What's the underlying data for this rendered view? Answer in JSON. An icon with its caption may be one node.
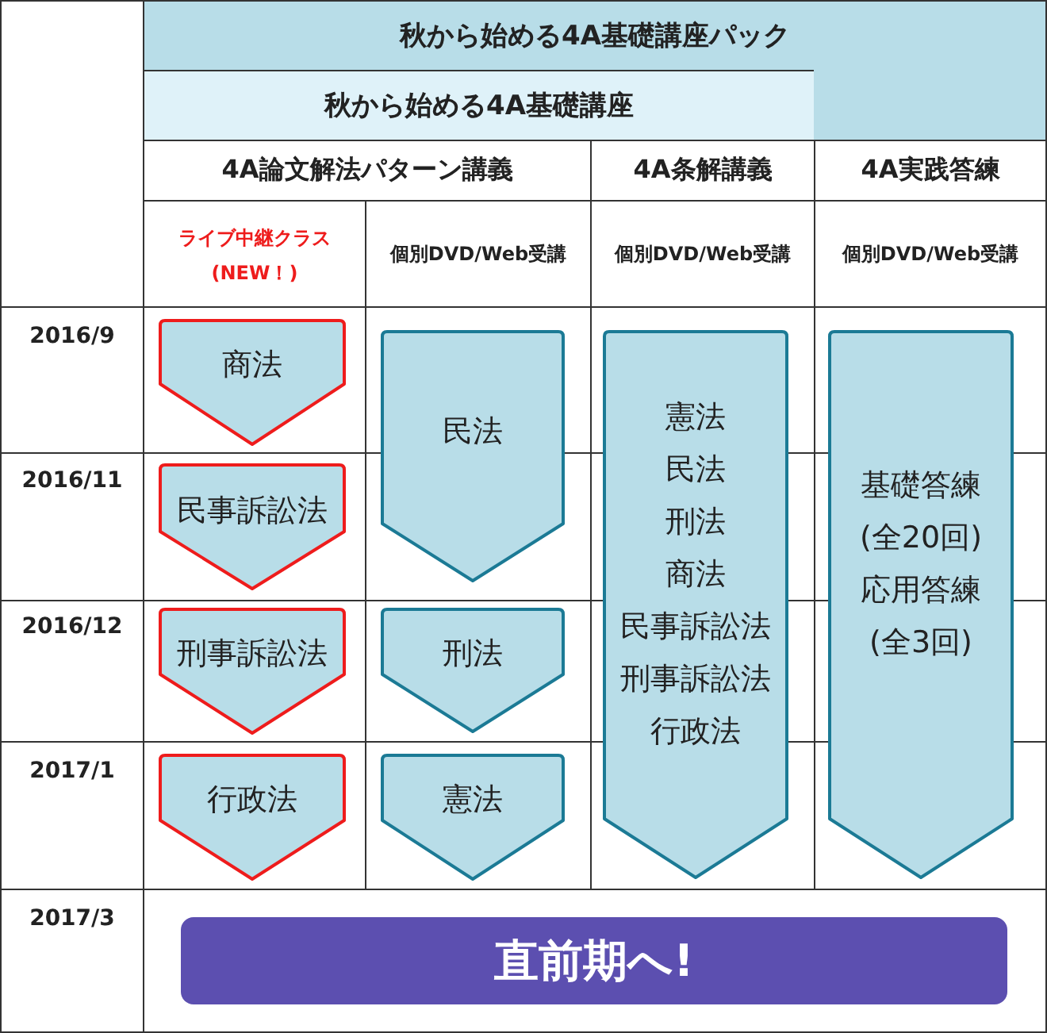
{
  "diagram": {
    "nodes": [
      {
        "text": [
          "秋から始める4A基礎講座パック"
        ]
      },
      {
        "text": [
          "秋から始める4A基礎講座"
        ]
      },
      {
        "text": [
          "商法"
        ]
      },
      {
        "text": [
          "民法"
        ]
      },
      {
        "text": [
          "憲法",
          "民法",
          "刑法",
          "商法",
          "民事訴訟法",
          "刑事訴訟法",
          "行政法"
        ]
      },
      {
        "text": [
          "基礎答練",
          "(全20回)",
          "応用答練",
          "(全3回)"
        ]
      },
      {
        "text": [
          "民事訴訟法"
        ]
      },
      {
        "text": [
          "刑事訴訟法"
        ]
      },
      {
        "text": [
          "刑法"
        ]
      },
      {
        "text": [
          "行政法"
        ]
      },
      {
        "text": [
          "憲法"
        ]
      },
      {
        "text": [
          "直前期へ!"
        ]
      }
    ],
    "labels": [
      "4A論文解法パターン講義",
      "4A条解講義",
      "4A実践答練",
      "ライブ中継クラス",
      "(NEW！)",
      "個別DVD/Web受講",
      "個別DVD/Web受講",
      "個別DVD/Web受講",
      "2016/9",
      "2016/11",
      "2016/12",
      "2017/1",
      "2017/3"
    ]
  }
}
